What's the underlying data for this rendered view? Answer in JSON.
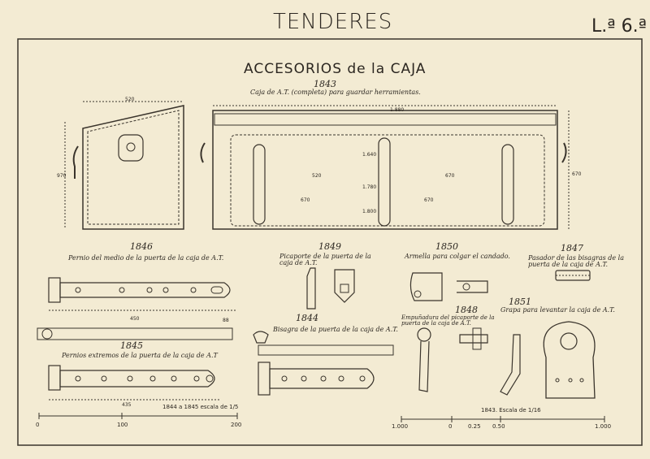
{
  "header": {
    "title": "TENDERES",
    "plate": "L.ª 6.ª"
  },
  "section": {
    "title": "ACCESORIOS de la CAJA"
  },
  "parts": [
    {
      "num": "1843",
      "caption": "Caja de A.T. (completa) para guardar herramientas."
    },
    {
      "num": "1846",
      "caption": "Pernio del medio de la puerta de la caja de A.T."
    },
    {
      "num": "1849",
      "caption": "Picaporte de la puerta de la caja de A.T."
    },
    {
      "num": "1850",
      "caption": "Armella para colgar el candado."
    },
    {
      "num": "1847",
      "caption": "Pasador de las bisagras de la puerta de la caja de A.T."
    },
    {
      "num": "1845",
      "caption": "Pernios extremos de la puerta de la caja de A.T"
    },
    {
      "num": "1844",
      "caption": "Bisagra de la puerta de la caja de A.T."
    },
    {
      "num": "1848",
      "caption": "Empuñadura del picaporte de la puerta de la caja de A.T."
    },
    {
      "num": "1851",
      "caption": "Grapa para levantar la caja de A.T."
    }
  ],
  "dimensions": {
    "box_width": "520",
    "box_height": "970",
    "front_width": "1.880",
    "front_height": "670",
    "inner_1": "1.640",
    "inner_2": "1.780",
    "inner_3": "1.800",
    "span_a": "670",
    "span_b": "670",
    "mid": "520",
    "right": "670",
    "hinge_len": "450",
    "hinge_len_b": "435",
    "hinge_end": "88"
  },
  "scales": {
    "left": "1844 a 1845 escala de 1/5",
    "right": "1843. Escala de 1/16",
    "left_ticks": [
      "0",
      "100",
      "200"
    ],
    "right_ticks": [
      "1.000",
      "0",
      "0.25",
      "0.50",
      "1.000"
    ]
  }
}
